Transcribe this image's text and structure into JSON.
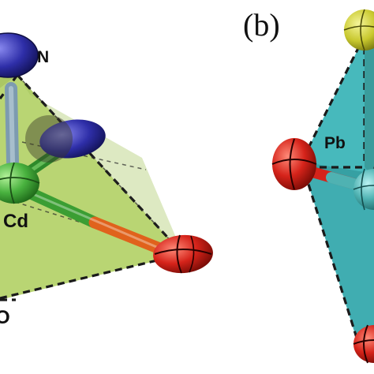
{
  "figure": {
    "panels": [
      {
        "id": "a",
        "polyhedron_color": "#b5d36c",
        "atoms": [
          {
            "label": "N",
            "element": "N",
            "color": "#2e2ea8"
          },
          {
            "label": "",
            "element": "N",
            "color": "#2e2ea8"
          },
          {
            "label": "Cd",
            "element": "Cd",
            "color": "#49b23f"
          },
          {
            "label": "",
            "element": "O",
            "color": "#d5231a"
          },
          {
            "label": "O",
            "element": "O",
            "color": "#d5231a"
          }
        ]
      },
      {
        "id": "b",
        "panel_label": "(b)",
        "polyhedron_color": "#3db5b8",
        "atoms": [
          {
            "label": "",
            "element": "S",
            "color": "#c8c82e"
          },
          {
            "label": "Pb",
            "element": "Pb",
            "color": "#4fb2b2"
          },
          {
            "label": "",
            "element": "O",
            "color": "#d5231a"
          },
          {
            "label": "",
            "element": "O",
            "color": "#d5231a"
          }
        ]
      }
    ]
  }
}
